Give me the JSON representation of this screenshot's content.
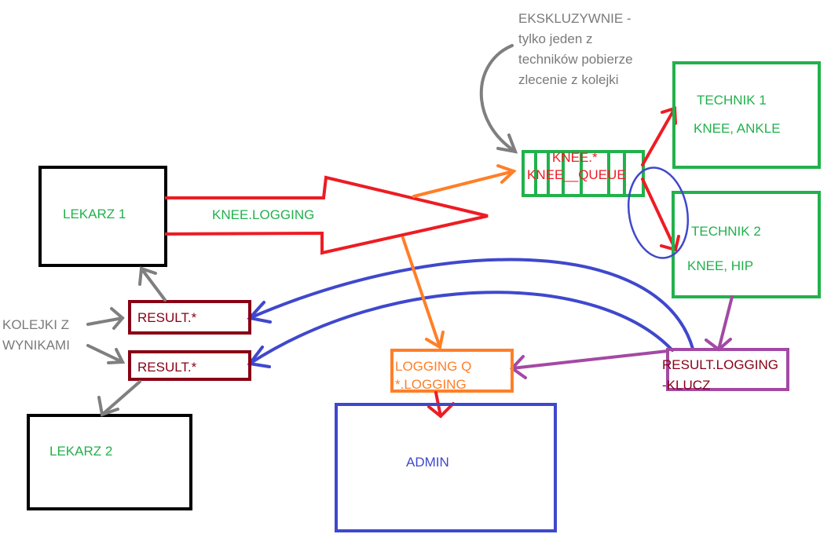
{
  "doctors": {
    "lekarz1": "LEKARZ  1",
    "lekarz2": "LEKARZ 2"
  },
  "technicians": {
    "technik1": {
      "name": "TECHNIK 1",
      "skills": "KNEE,  ANKLE"
    },
    "technik2": {
      "name": "TECHNIK 2",
      "skills": "KNEE, HIP"
    }
  },
  "routing": {
    "big_arrow_label": "KNEE.LOGGING",
    "knee_queue_binding": "KNEE.*",
    "knee_queue_name": "KNEE__QUEUE"
  },
  "exclusive_note": [
    "EKSKLUZYWNIE -",
    "tylko jeden z",
    "techników pobierze",
    "zlecenie z kolejki"
  ],
  "result_queues": {
    "label": [
      "KOLEJKI Z",
      "WYNIKAMI"
    ],
    "queue1": "RESULT.*",
    "queue2": "RESULT.*"
  },
  "logging": {
    "queue_name": "LOGGING Q",
    "binding": "*.LOGGING"
  },
  "result_exchange": {
    "line1": "RESULT.LOGGING",
    "line2": "-KLUCZ"
  },
  "admin": "ADMIN",
  "colors": {
    "green": "#22b14c",
    "red": "#ed1c24",
    "orange": "#ff7f27",
    "purple": "#a349a4",
    "blue": "#3f48cc",
    "dark_red": "#880015",
    "gray": "#7f7f7f",
    "black": "#000000"
  }
}
